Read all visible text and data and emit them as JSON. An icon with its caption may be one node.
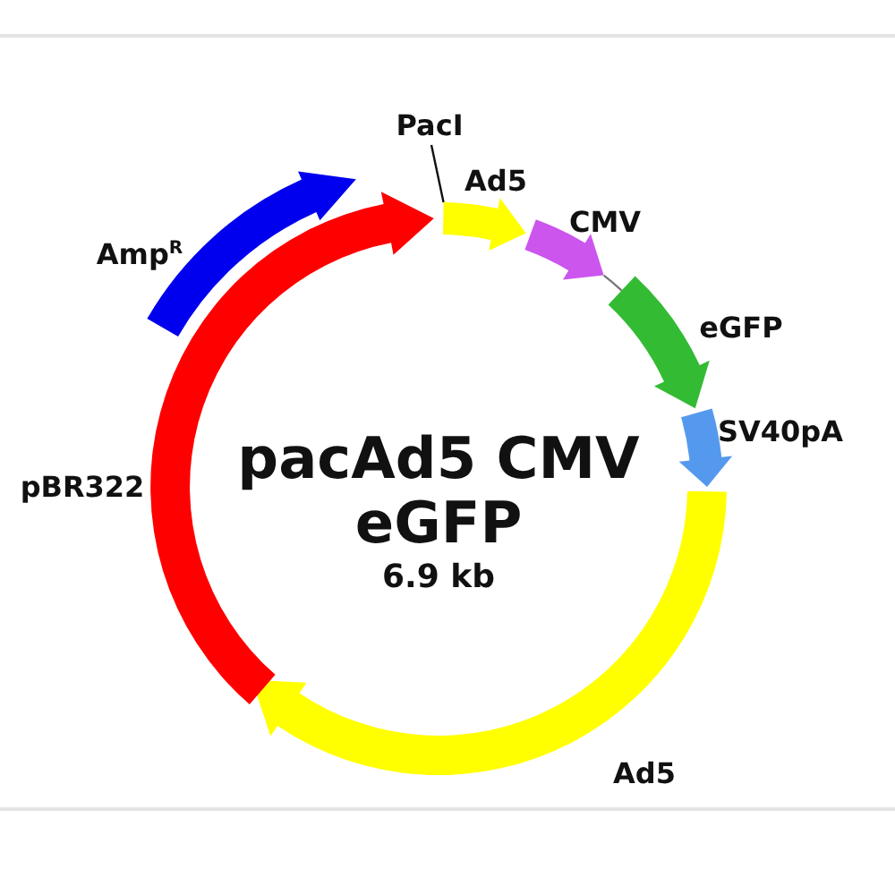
{
  "diagram": {
    "title": "pacAd5 CMV eGFP",
    "nodes": [
      {
        "text": [
          "PacI"
        ]
      },
      {
        "text": [
          "Ad5"
        ]
      },
      {
        "text": [
          "CMV"
        ]
      },
      {
        "text": [
          "eGFP"
        ]
      },
      {
        "text": [
          "SV40pA"
        ]
      },
      {
        "text": [
          "Ad5"
        ]
      },
      {
        "text": [
          "pBR322"
        ]
      },
      {
        "text": [
          "Amp$^{R}$"
        ]
      }
    ],
    "edges": [
      {
        "from": 0,
        "to": 1,
        "arrow": "none"
      }
    ],
    "labels": [
      "6.9 kb"
    ]
  }
}
